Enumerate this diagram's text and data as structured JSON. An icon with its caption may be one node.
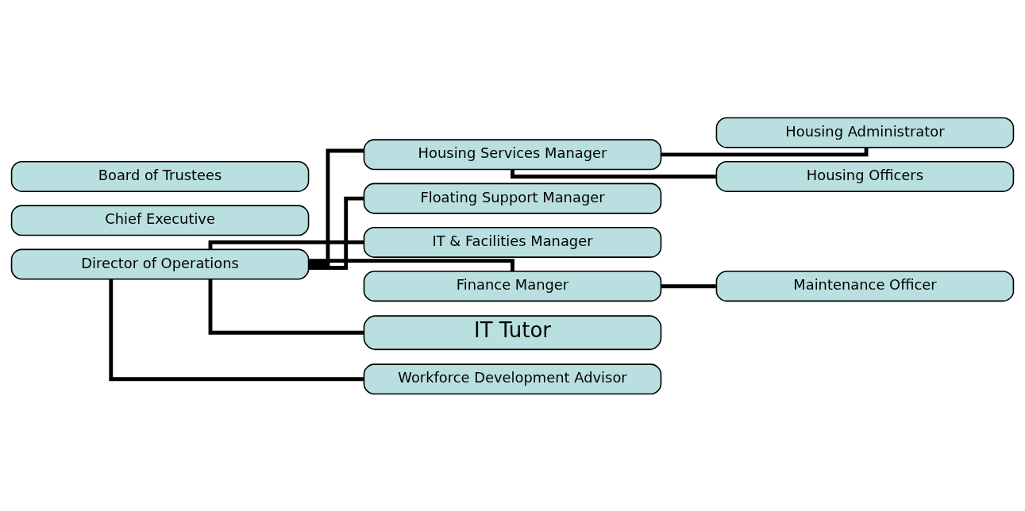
{
  "diagram": {
    "nodes": [
      {
        "text": [
          "Board of Trustees"
        ]
      },
      {
        "text": [
          "Chief Executive"
        ]
      },
      {
        "text": [
          "Director of Operations"
        ]
      },
      {
        "text": [
          "Housing Services Manager"
        ]
      },
      {
        "text": [
          "Housing Administrator"
        ]
      },
      {
        "text": [
          "Housing Officers"
        ]
      },
      {
        "text": [
          "Floating Support Manager"
        ]
      },
      {
        "text": [
          "IT & Facilities Manager"
        ]
      },
      {
        "text": [
          "Finance Manger"
        ]
      },
      {
        "text": [
          "Maintenance Officer"
        ]
      },
      {
        "text": [
          "IT Tutor"
        ]
      },
      {
        "text": [
          "Workforce Development Advisor"
        ]
      }
    ],
    "edges": [
      {
        "from": 2,
        "to": 3,
        "arrow": "none"
      },
      {
        "from": 3,
        "to": 4,
        "arrow": "none"
      },
      {
        "from": 3,
        "to": 5,
        "arrow": "none"
      },
      {
        "from": 2,
        "to": 6,
        "arrow": "none"
      },
      {
        "from": 2,
        "to": 7,
        "arrow": "none"
      },
      {
        "from": 2,
        "to": 8,
        "arrow": "none"
      },
      {
        "from": 8,
        "to": 9,
        "arrow": "none"
      },
      {
        "from": 2,
        "to": 10,
        "arrow": "none"
      },
      {
        "from": 2,
        "to": 11,
        "arrow": "none"
      }
    ]
  }
}
